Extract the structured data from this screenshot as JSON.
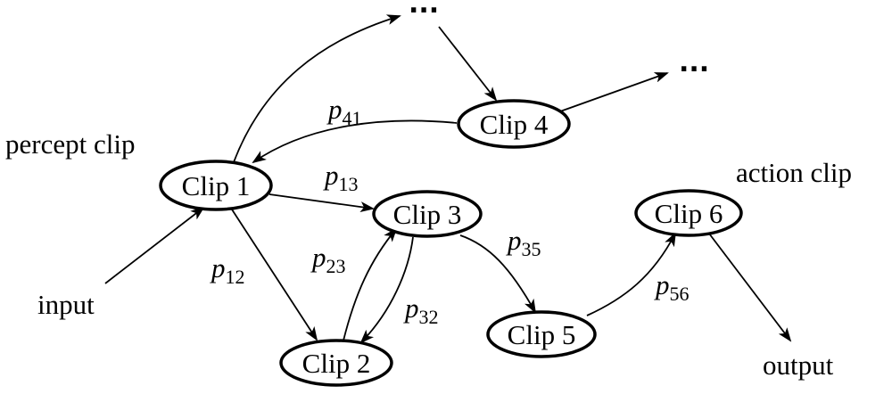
{
  "nodes": {
    "clip1": "Clip 1",
    "clip2": "Clip 2",
    "clip3": "Clip 3",
    "clip4": "Clip 4",
    "clip5": "Clip 5",
    "clip6": "Clip 6"
  },
  "labels": {
    "percept_clip": "percept clip",
    "action_clip": "action clip",
    "input": "input",
    "output": "output"
  },
  "ellipsis": {
    "top": "...",
    "right": "..."
  },
  "probabilities": {
    "p41": {
      "symbol": "p",
      "sub": "41"
    },
    "p13": {
      "symbol": "p",
      "sub": "13"
    },
    "p12": {
      "symbol": "p",
      "sub": "12"
    },
    "p23": {
      "symbol": "p",
      "sub": "23"
    },
    "p32": {
      "symbol": "p",
      "sub": "32"
    },
    "p35": {
      "symbol": "p",
      "sub": "35"
    },
    "p56": {
      "symbol": "p",
      "sub": "56"
    }
  }
}
